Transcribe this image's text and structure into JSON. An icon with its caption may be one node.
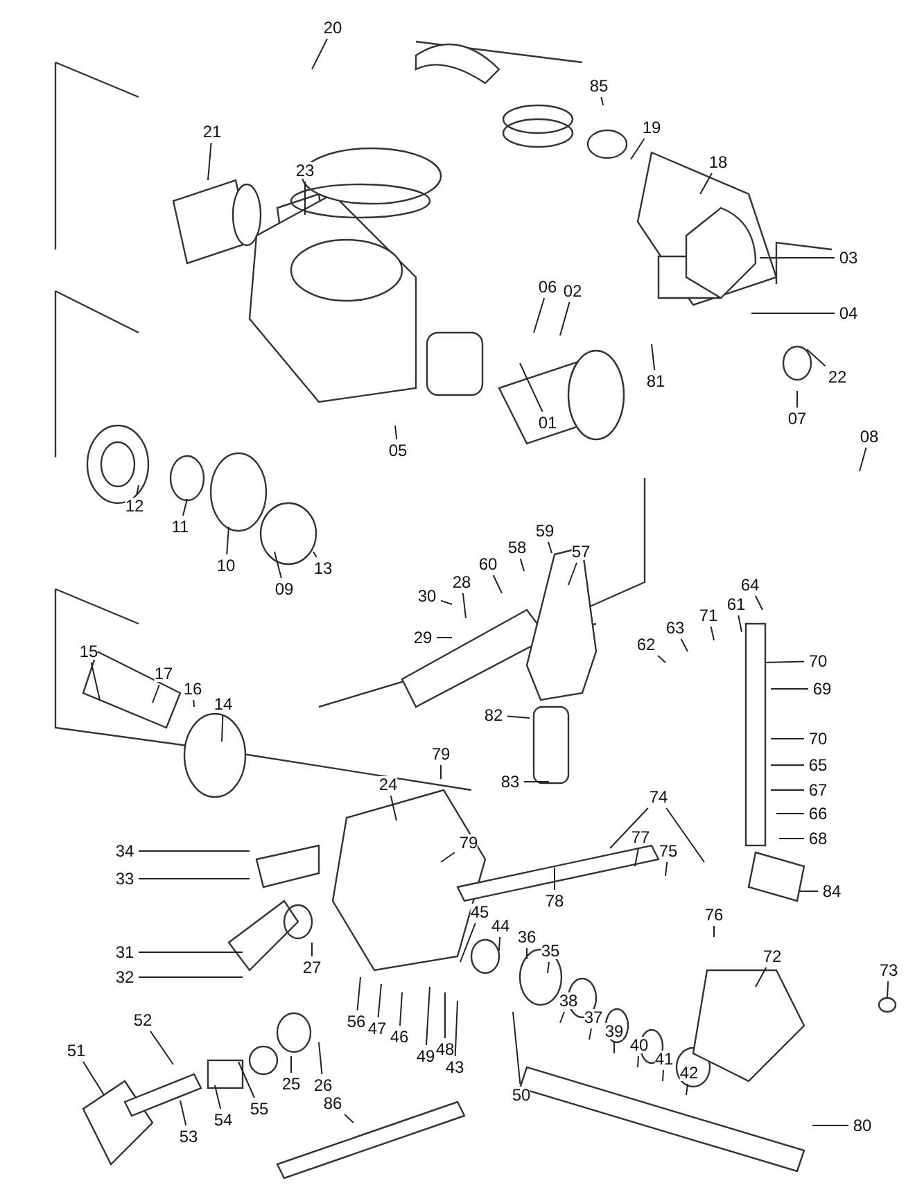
{
  "diagram": {
    "nodes": [
      {
        "text": [
          "20"
        ]
      },
      {
        "text": [
          "85"
        ]
      },
      {
        "text": [
          "19"
        ]
      },
      {
        "text": [
          "18"
        ]
      },
      {
        "text": [
          "03"
        ]
      },
      {
        "text": [
          "04"
        ]
      },
      {
        "text": [
          "21"
        ]
      },
      {
        "text": [
          "23"
        ]
      },
      {
        "text": [
          "06"
        ]
      },
      {
        "text": [
          "02"
        ]
      },
      {
        "text": [
          "81"
        ]
      },
      {
        "text": [
          "22"
        ]
      },
      {
        "text": [
          "07"
        ]
      },
      {
        "text": [
          "08"
        ]
      },
      {
        "text": [
          "01"
        ]
      },
      {
        "text": [
          "05"
        ]
      },
      {
        "text": [
          "12"
        ]
      },
      {
        "text": [
          "11"
        ]
      },
      {
        "text": [
          "10"
        ]
      },
      {
        "text": [
          "09"
        ]
      },
      {
        "text": [
          "13"
        ]
      },
      {
        "text": [
          "30"
        ]
      },
      {
        "text": [
          "29"
        ]
      },
      {
        "text": [
          "28"
        ]
      },
      {
        "text": [
          "60"
        ]
      },
      {
        "text": [
          "58"
        ]
      },
      {
        "text": [
          "59"
        ]
      },
      {
        "text": [
          "57"
        ]
      },
      {
        "text": [
          "82"
        ]
      },
      {
        "text": [
          "83"
        ]
      },
      {
        "text": [
          "62"
        ]
      },
      {
        "text": [
          "63"
        ]
      },
      {
        "text": [
          "71"
        ]
      },
      {
        "text": [
          "61"
        ]
      },
      {
        "text": [
          "64"
        ]
      },
      {
        "text": [
          "70"
        ]
      },
      {
        "text": [
          "69"
        ]
      },
      {
        "text": [
          "70"
        ]
      },
      {
        "text": [
          "65"
        ]
      },
      {
        "text": [
          "67"
        ]
      },
      {
        "text": [
          "66"
        ]
      },
      {
        "text": [
          "68"
        ]
      },
      {
        "text": [
          "84"
        ]
      },
      {
        "text": [
          "17"
        ]
      },
      {
        "text": [
          "16"
        ]
      },
      {
        "text": [
          "15"
        ]
      },
      {
        "text": [
          "14"
        ]
      },
      {
        "text": [
          "79"
        ]
      },
      {
        "text": [
          "24"
        ]
      },
      {
        "text": [
          "79"
        ]
      },
      {
        "text": [
          "78"
        ]
      },
      {
        "text": [
          "77"
        ]
      },
      {
        "text": [
          "75"
        ]
      },
      {
        "text": [
          "74"
        ]
      },
      {
        "text": [
          "76"
        ]
      },
      {
        "text": [
          "34"
        ]
      },
      {
        "text": [
          "33"
        ]
      },
      {
        "text": [
          "31"
        ]
      },
      {
        "text": [
          "32"
        ]
      },
      {
        "text": [
          "27"
        ]
      },
      {
        "text": [
          "45"
        ]
      },
      {
        "text": [
          "44"
        ]
      },
      {
        "text": [
          "36"
        ]
      },
      {
        "text": [
          "35"
        ]
      },
      {
        "text": [
          "38"
        ]
      },
      {
        "text": [
          "37"
        ]
      },
      {
        "text": [
          "39"
        ]
      },
      {
        "text": [
          "40"
        ]
      },
      {
        "text": [
          "41"
        ]
      },
      {
        "text": [
          "42"
        ]
      },
      {
        "text": [
          "43"
        ]
      },
      {
        "text": [
          "48"
        ]
      },
      {
        "text": [
          "49"
        ]
      },
      {
        "text": [
          "46"
        ]
      },
      {
        "text": [
          "47"
        ]
      },
      {
        "text": [
          "56"
        ]
      },
      {
        "text": [
          "50"
        ]
      },
      {
        "text": [
          "26"
        ]
      },
      {
        "text": [
          "25"
        ]
      },
      {
        "text": [
          "55"
        ]
      },
      {
        "text": [
          "54"
        ]
      },
      {
        "text": [
          "53"
        ]
      },
      {
        "text": [
          "52"
        ]
      },
      {
        "text": [
          "51"
        ]
      },
      {
        "text": [
          "72"
        ]
      },
      {
        "text": [
          "73"
        ]
      },
      {
        "text": [
          "80"
        ]
      },
      {
        "text": [
          "86"
        ]
      }
    ],
    "edges": [
      {
        "from": 0,
        "to": null,
        "arrow": "none"
      },
      {
        "from": 1,
        "to": null,
        "arrow": "none"
      },
      {
        "from": 2,
        "to": null,
        "arrow": "none"
      },
      {
        "from": 3,
        "to": null,
        "arrow": "none"
      },
      {
        "from": 4,
        "to": null,
        "arrow": "none"
      },
      {
        "from": 5,
        "to": null,
        "arrow": "none"
      },
      {
        "from": 6,
        "to": null,
        "arrow": "none"
      },
      {
        "from": 7,
        "to": null,
        "arrow": "none"
      },
      {
        "from": 8,
        "to": null,
        "arrow": "none"
      },
      {
        "from": 9,
        "to": null,
        "arrow": "none"
      },
      {
        "from": 10,
        "to": null,
        "arrow": "none"
      },
      {
        "from": 11,
        "to": null,
        "arrow": "none"
      },
      {
        "from": 12,
        "to": null,
        "arrow": "none"
      },
      {
        "from": 13,
        "to": null,
        "arrow": "none"
      },
      {
        "from": 14,
        "to": null,
        "arrow": "none"
      },
      {
        "from": 15,
        "to": null,
        "arrow": "none"
      },
      {
        "from": 16,
        "to": null,
        "arrow": "none"
      },
      {
        "from": 17,
        "to": null,
        "arrow": "none"
      },
      {
        "from": 18,
        "to": null,
        "arrow": "none"
      },
      {
        "from": 19,
        "to": null,
        "arrow": "none"
      },
      {
        "from": 20,
        "to": null,
        "arrow": "none"
      },
      {
        "from": 21,
        "to": null,
        "arrow": "none"
      },
      {
        "from": 22,
        "to": null,
        "arrow": "none"
      },
      {
        "from": 23,
        "to": null,
        "arrow": "none"
      },
      {
        "from": 24,
        "to": null,
        "arrow": "none"
      },
      {
        "from": 25,
        "to": null,
        "arrow": "none"
      },
      {
        "from": 26,
        "to": null,
        "arrow": "none"
      },
      {
        "from": 27,
        "to": null,
        "arrow": "none"
      },
      {
        "from": 28,
        "to": null,
        "arrow": "none"
      },
      {
        "from": 29,
        "to": null,
        "arrow": "none"
      },
      {
        "from": 30,
        "to": null,
        "arrow": "none"
      },
      {
        "from": 31,
        "to": null,
        "arrow": "none"
      },
      {
        "from": 32,
        "to": null,
        "arrow": "none"
      },
      {
        "from": 33,
        "to": null,
        "arrow": "none"
      },
      {
        "from": 34,
        "to": null,
        "arrow": "none"
      },
      {
        "from": 35,
        "to": null,
        "arrow": "none"
      },
      {
        "from": 36,
        "to": null,
        "arrow": "none"
      },
      {
        "from": 37,
        "to": null,
        "arrow": "none"
      },
      {
        "from": 38,
        "to": null,
        "arrow": "none"
      },
      {
        "from": 39,
        "to": null,
        "arrow": "none"
      },
      {
        "from": 40,
        "to": null,
        "arrow": "none"
      },
      {
        "from": 41,
        "to": null,
        "arrow": "none"
      },
      {
        "from": 42,
        "to": null,
        "arrow": "none"
      },
      {
        "from": 43,
        "to": null,
        "arrow": "none"
      },
      {
        "from": 44,
        "to": null,
        "arrow": "none"
      },
      {
        "from": 45,
        "to": null,
        "arrow": "none"
      },
      {
        "from": 46,
        "to": null,
        "arrow": "none"
      },
      {
        "from": 47,
        "to": null,
        "arrow": "none"
      },
      {
        "from": 48,
        "to": null,
        "arrow": "none"
      },
      {
        "from": 49,
        "to": null,
        "arrow": "none"
      },
      {
        "from": 50,
        "to": null,
        "arrow": "none"
      },
      {
        "from": 51,
        "to": null,
        "arrow": "none"
      },
      {
        "from": 52,
        "to": null,
        "arrow": "none"
      },
      {
        "from": 53,
        "to": null,
        "arrow": "none"
      },
      {
        "from": 54,
        "to": null,
        "arrow": "none"
      },
      {
        "from": 55,
        "to": null,
        "arrow": "none"
      },
      {
        "from": 56,
        "to": null,
        "arrow": "none"
      },
      {
        "from": 57,
        "to": null,
        "arrow": "none"
      },
      {
        "from": 58,
        "to": null,
        "arrow": "none"
      },
      {
        "from": 59,
        "to": null,
        "arrow": "none"
      },
      {
        "from": 60,
        "to": null,
        "arrow": "none"
      },
      {
        "from": 61,
        "to": null,
        "arrow": "none"
      },
      {
        "from": 62,
        "to": null,
        "arrow": "none"
      },
      {
        "from": 63,
        "to": null,
        "arrow": "none"
      },
      {
        "from": 64,
        "to": null,
        "arrow": "none"
      },
      {
        "from": 65,
        "to": null,
        "arrow": "none"
      },
      {
        "from": 66,
        "to": null,
        "arrow": "none"
      },
      {
        "from": 67,
        "to": null,
        "arrow": "none"
      },
      {
        "from": 68,
        "to": null,
        "arrow": "none"
      },
      {
        "from": 69,
        "to": null,
        "arrow": "none"
      },
      {
        "from": 70,
        "to": null,
        "arrow": "none"
      },
      {
        "from": 71,
        "to": null,
        "arrow": "none"
      },
      {
        "from": 72,
        "to": null,
        "arrow": "none"
      },
      {
        "from": 73,
        "to": null,
        "arrow": "none"
      },
      {
        "from": 74,
        "to": null,
        "arrow": "none"
      },
      {
        "from": 75,
        "to": null,
        "arrow": "none"
      },
      {
        "from": 76,
        "to": null,
        "arrow": "none"
      },
      {
        "from": 77,
        "to": null,
        "arrow": "none"
      },
      {
        "from": 78,
        "to": null,
        "arrow": "none"
      },
      {
        "from": 79,
        "to": null,
        "arrow": "none"
      },
      {
        "from": 80,
        "to": null,
        "arrow": "none"
      },
      {
        "from": 81,
        "to": null,
        "arrow": "none"
      },
      {
        "from": 82,
        "to": null,
        "arrow": "none"
      },
      {
        "from": 83,
        "to": null,
        "arrow": "none"
      },
      {
        "from": 84,
        "to": null,
        "arrow": "none"
      },
      {
        "from": 85,
        "to": null,
        "arrow": "none"
      },
      {
        "from": 86,
        "to": null,
        "arrow": "none"
      },
      {
        "from": 87,
        "to": null,
        "arrow": "none"
      },
      {
        "from": 53,
        "to": null,
        "arrow": "none"
      }
    ]
  }
}
